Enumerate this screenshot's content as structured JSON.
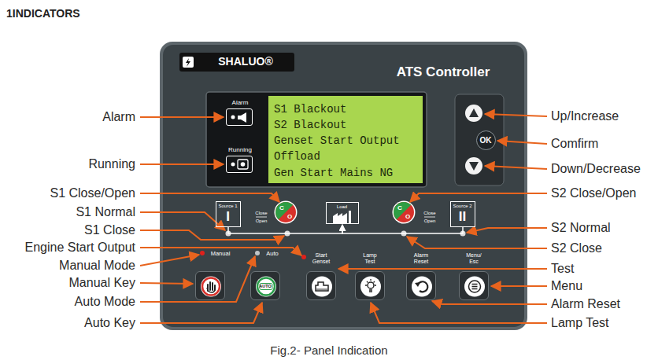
{
  "diagram": {
    "title": "1INDICATORS",
    "caption": "Fig.2- Panel Indication",
    "nodes": [
      {
        "text": [
          "ATS Controller"
        ]
      },
      {
        "text": [
          "SHALUO®"
        ],
        "in": 0
      },
      {
        "text": [
          "Alarm"
        ],
        "in": 0
      },
      {
        "text": [
          "Running"
        ],
        "in": 0
      },
      {
        "text": [
          "S1 Blackout",
          "S2 Blackout",
          "Genset Start Output",
          "Offload",
          "Gen Start Mains NG"
        ],
        "in": 0
      },
      {
        "text": [
          "OK"
        ],
        "in": 0
      },
      {
        "text": [
          "Source 1",
          "I"
        ],
        "in": 0
      },
      {
        "text": [
          "Load"
        ],
        "in": 0
      },
      {
        "text": [
          "Source 2",
          "II"
        ],
        "in": 0
      },
      {
        "text": [
          "Manual"
        ],
        "in": 0
      },
      {
        "text": [
          "Auto",
          "AUTO"
        ],
        "in": 0
      },
      {
        "text": [
          "Start Genset"
        ],
        "in": 0
      },
      {
        "text": [
          "Lamp Test"
        ],
        "in": 0
      },
      {
        "text": [
          "Alarm Reset"
        ],
        "in": 0
      },
      {
        "text": [
          "Menu/ Esc"
        ],
        "in": 0
      }
    ],
    "edges": [
      {
        "from": 6,
        "to": 7,
        "arrow": "to"
      },
      {
        "from": 8,
        "to": 7,
        "arrow": "to"
      }
    ],
    "labels": [
      "Alarm",
      "Running",
      "S1 Close/Open",
      "S1 Normal",
      "S1 Close",
      "Engine Start Output",
      "Manual Mode",
      "Manual Key",
      "Auto Mode",
      "Auto Key",
      "Up/Increase",
      "Comfirm",
      "Down/Decrease",
      "S2 Close/Open",
      "S2 Normal",
      "S2 Close",
      "Test",
      "Menu",
      "Alarm Reset",
      "Lamp Test",
      "Close",
      "Open",
      "C",
      "O",
      "C",
      "O",
      "Close",
      "Open"
    ]
  }
}
